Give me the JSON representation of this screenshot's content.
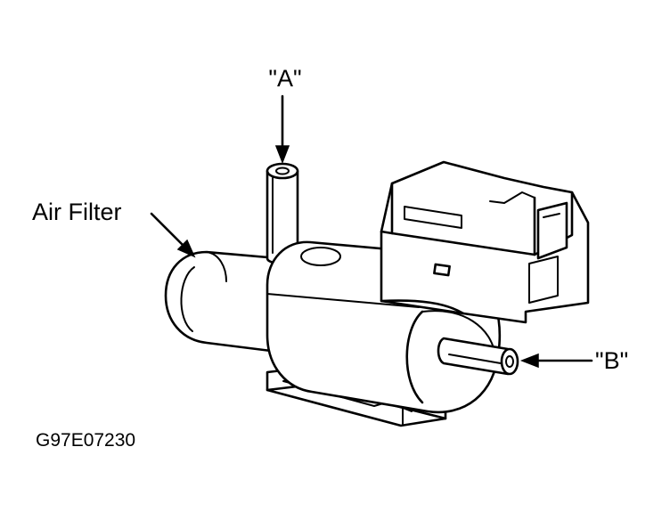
{
  "labels": {
    "port_a": "\"A\"",
    "port_b": "\"B\"",
    "air_filter": "Air Filter",
    "figure_id": "G97E07230"
  }
}
